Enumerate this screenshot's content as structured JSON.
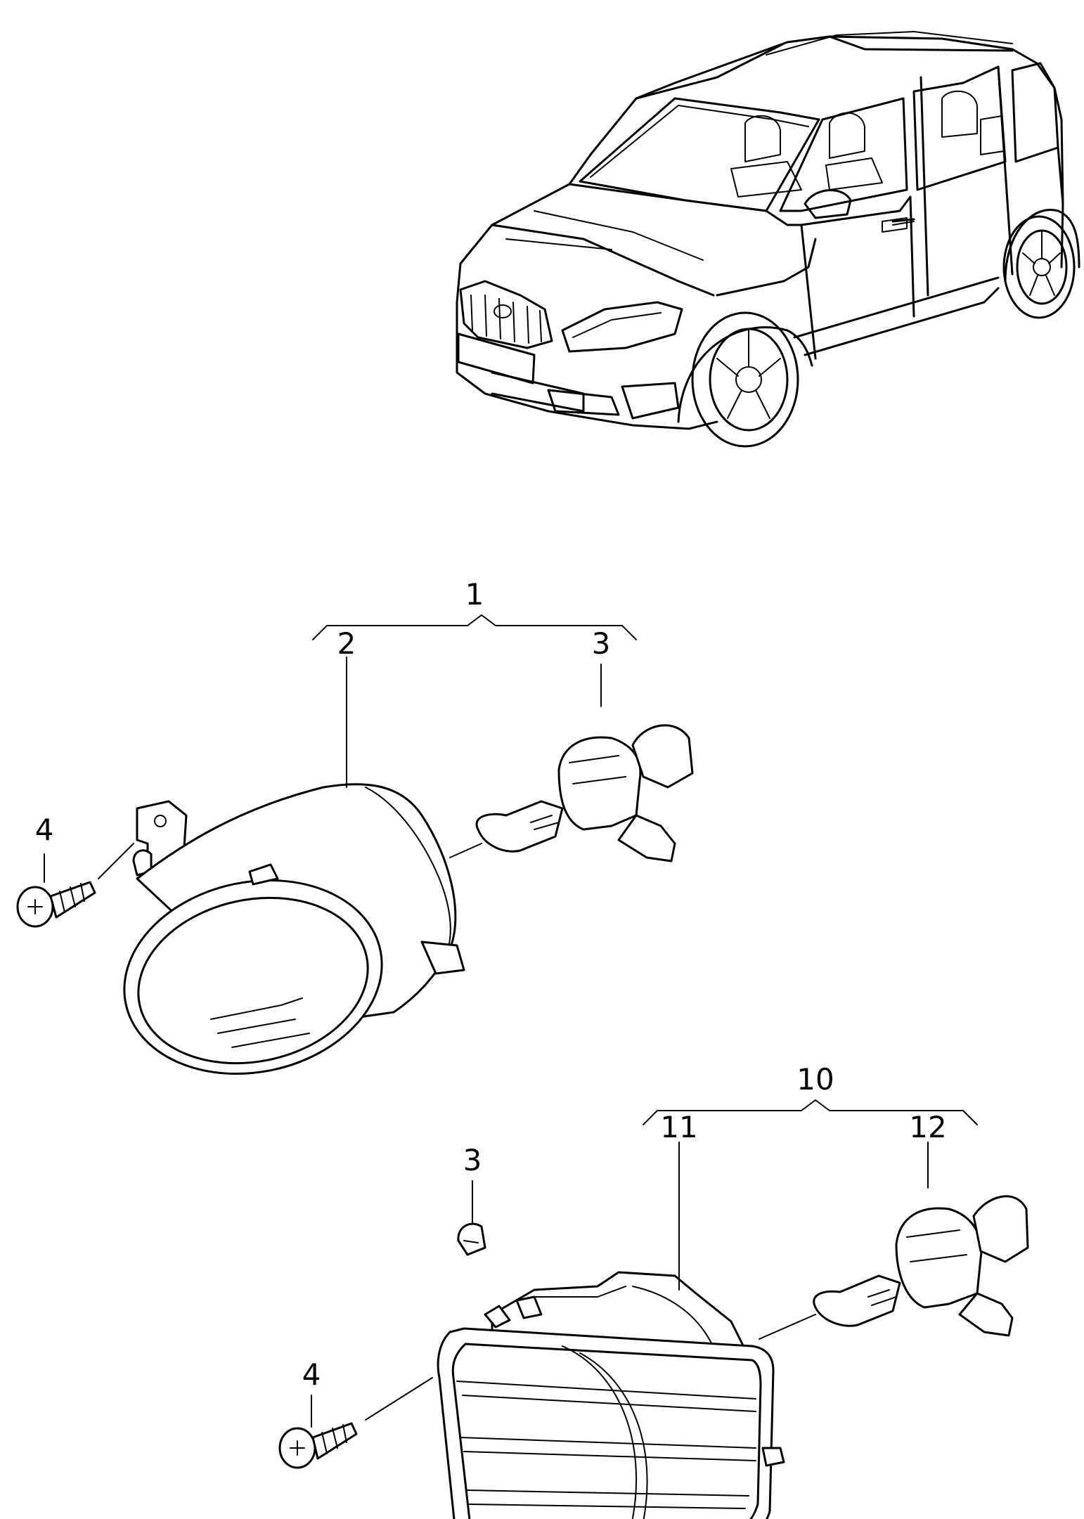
{
  "callouts": {
    "c1": "1",
    "c2": "2",
    "c3_top": "3",
    "c4_top": "4",
    "c10": "10",
    "c11": "11",
    "c12": "12",
    "c3_bottom": "3",
    "c4_bottom": "4"
  }
}
